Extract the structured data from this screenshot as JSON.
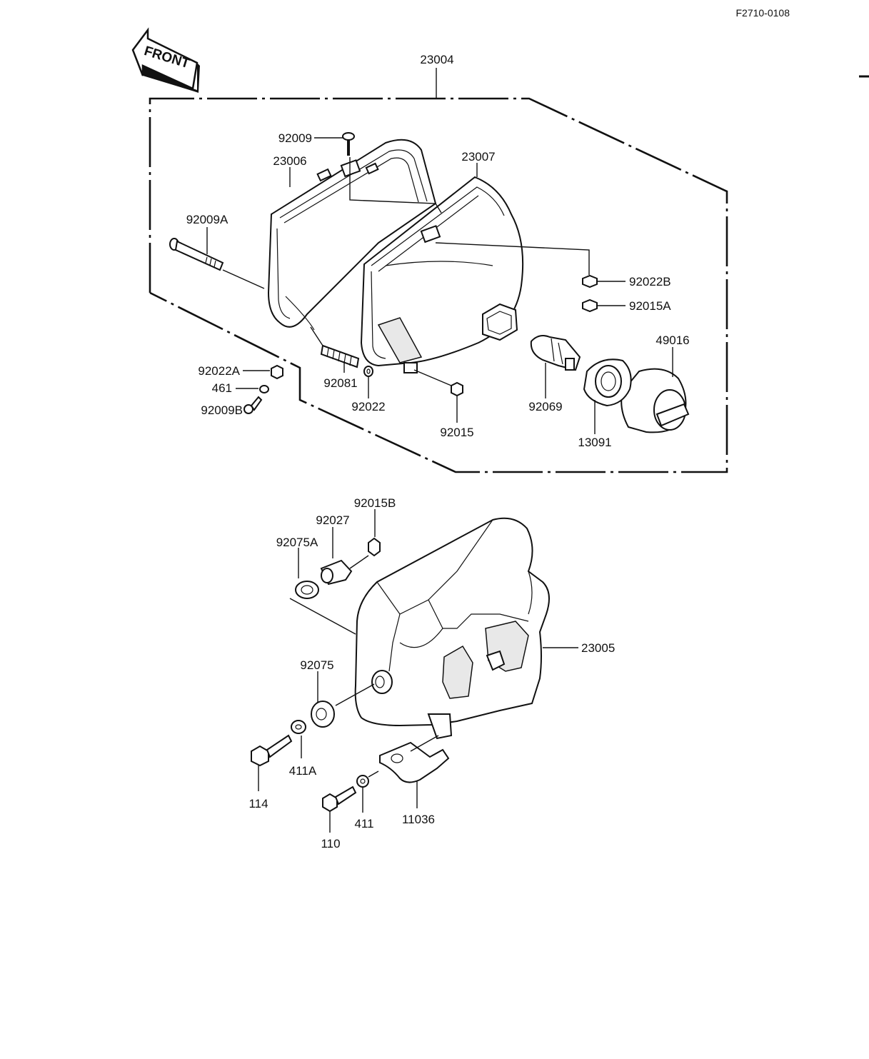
{
  "drawing_code": "F2710-0108",
  "front_arrow": {
    "text": "FRONT",
    "icon": "front-direction-arrow-icon"
  },
  "labels": {
    "p23004": "23004",
    "p92009": "92009",
    "p23006": "23006",
    "p23007": "23007",
    "p92009A": "92009A",
    "p92022B": "92022B",
    "p92015A": "92015A",
    "p49016": "49016",
    "p92022A": "92022A",
    "p461": "461",
    "p92009B": "92009B",
    "p92081": "92081",
    "p92022": "92022",
    "p92015": "92015",
    "p92069": "92069",
    "p13091": "13091",
    "p92015B": "92015B",
    "p92027": "92027",
    "p92075A": "92075A",
    "p23005": "23005",
    "p92075": "92075",
    "p411A": "411A",
    "p114": "114",
    "p411": "411",
    "p11036": "11036",
    "p110": "110"
  }
}
